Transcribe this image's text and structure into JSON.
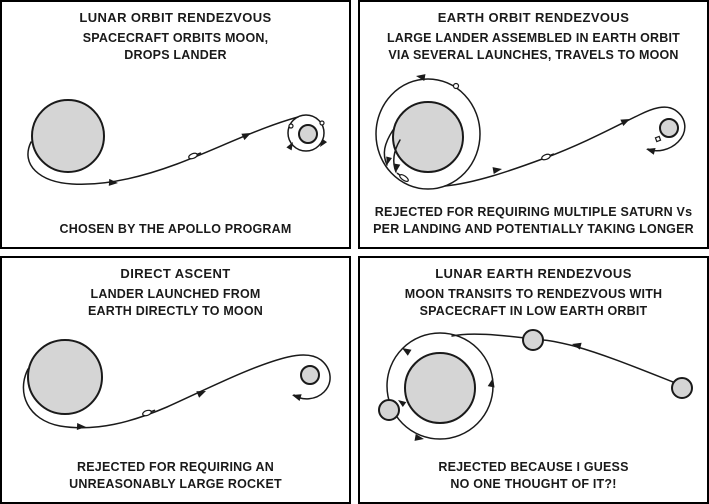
{
  "comic": {
    "theme": "Moon mission architecture options",
    "colors": {
      "background": "#ffffff",
      "panel_border": "#000000",
      "line": "#1a1a1a",
      "body_fill": "#d5d5d5"
    },
    "panels": [
      {
        "id": "lunar-orbit-rendezvous",
        "title": "LUNAR ORBIT RENDEZVOUS",
        "subtitle_lines": [
          "SPACECRAFT ORBITS MOON,",
          "DROPS LANDER"
        ],
        "caption_lines": [
          "CHOSEN BY THE APOLLO PROGRAM"
        ],
        "drawing": "Earth at left; transfer trajectory with spacecraft to Moon at right; spacecraft circling Moon in lunar orbit"
      },
      {
        "id": "earth-orbit-rendezvous",
        "title": "EARTH ORBIT RENDEZVOUS",
        "subtitle_lines": [
          "LARGE LANDER ASSEMBLED IN EARTH ORBIT",
          "VIA SEVERAL LAUNCHES, TRAVELS TO MOON"
        ],
        "caption_lines": [
          "REJECTED FOR REQUIRING MULTIPLE SATURN Vs",
          "PER LANDING AND POTENTIALLY TAKING LONGER"
        ],
        "drawing": "Earth with assembly orbit and several launches; transfer trajectory to Moon at right with arrival loop"
      },
      {
        "id": "direct-ascent",
        "title": "DIRECT ASCENT",
        "subtitle_lines": [
          "LANDER LAUNCHED FROM",
          "EARTH DIRECTLY TO MOON"
        ],
        "caption_lines": [
          "REJECTED FOR REQUIRING AN",
          "UNREASONABLY LARGE ROCKET"
        ],
        "drawing": "Earth at left; single direct trajectory to Moon at right ending in landing loop"
      },
      {
        "id": "lunar-earth-rendezvous",
        "title": "LUNAR EARTH RENDEZVOUS",
        "subtitle_lines": [
          "MOON TRANSITS TO RENDEZVOUS WITH",
          "SPACECRAFT IN LOW EARTH ORBIT"
        ],
        "caption_lines": [
          "REJECTED BECAUSE I GUESS",
          "NO ONE THOUGHT OF IT?!"
        ],
        "drawing": "Moon travels from far right along a transfer path to meet spacecraft circling Earth in low orbit"
      }
    ]
  }
}
